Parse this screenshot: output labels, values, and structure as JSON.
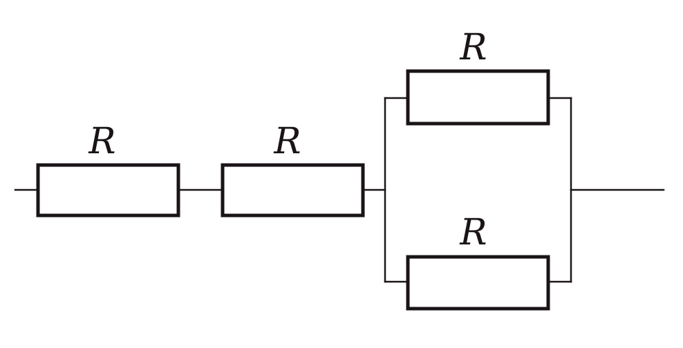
{
  "diagram": {
    "resistors": [
      {
        "id": "r1",
        "label": "R",
        "position": "series-first"
      },
      {
        "id": "r2",
        "label": "R",
        "position": "series-second"
      },
      {
        "id": "r3",
        "label": "R",
        "position": "parallel-top"
      },
      {
        "id": "r4",
        "label": "R",
        "position": "parallel-bottom"
      }
    ],
    "colors": {
      "line": "#1a1418",
      "background": "#ffffff"
    }
  }
}
